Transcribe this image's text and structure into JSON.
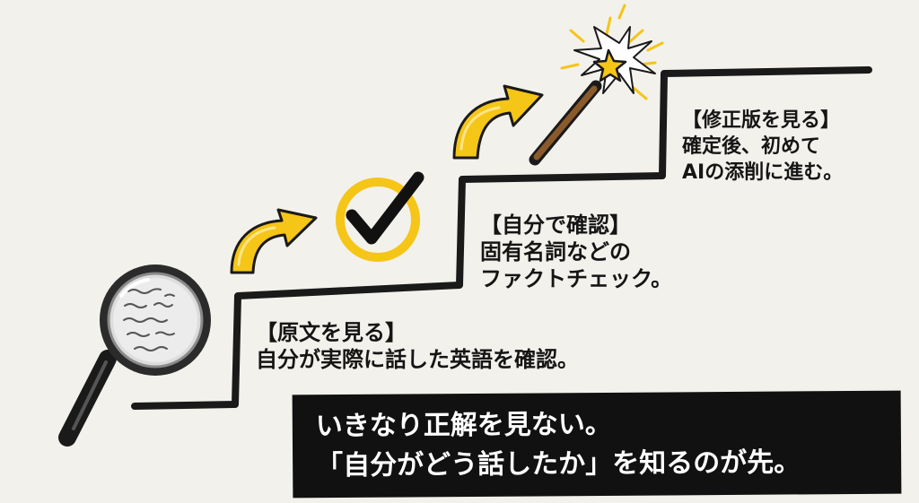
{
  "steps": [
    {
      "title": "【原文を見る】",
      "lines": [
        "自分が実際に話した英語を確認。"
      ],
      "icon": "magnifying-glass-icon"
    },
    {
      "title": "【自分で確認】",
      "lines": [
        "固有名詞などの",
        "ファクトチェック。"
      ],
      "icon": "checkmark-icon"
    },
    {
      "title": "【修正版を見る】",
      "lines": [
        "確定後、初めて",
        "AIの添削に進む。"
      ],
      "icon": "magic-wand-icon"
    }
  ],
  "banner": {
    "lines": [
      "いきなり正解を見ない。",
      "「自分がどう話したか」を知るのが先。"
    ]
  },
  "colors": {
    "accent": "#f5c518",
    "ink": "#151515",
    "paper": "#f3f1ec",
    "banner": "#111111"
  }
}
